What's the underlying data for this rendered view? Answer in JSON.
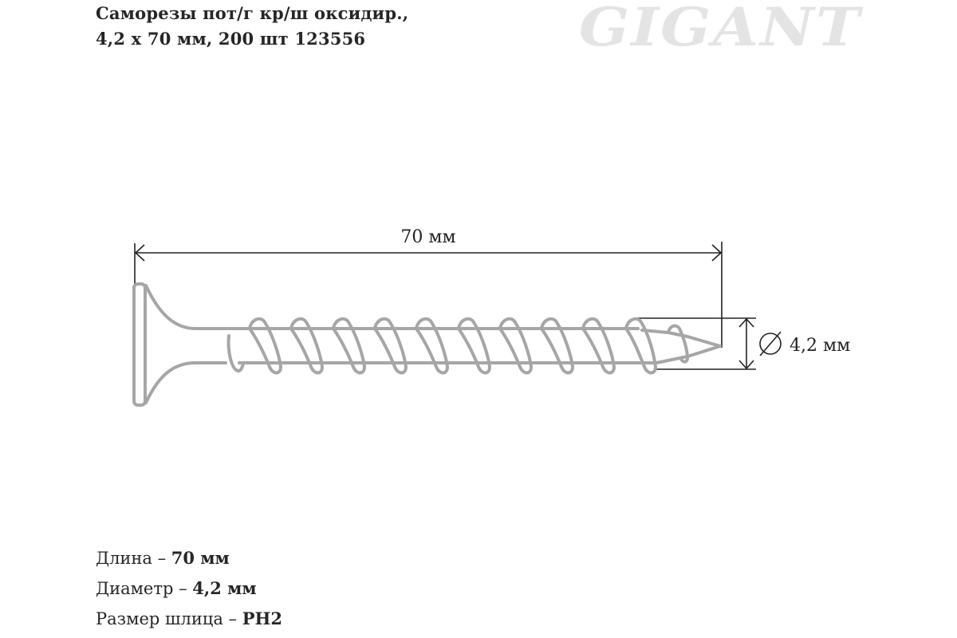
{
  "header": {
    "title_line1": "Саморезы пот/г кр/ш оксидир.,",
    "title_line2": "4,2 х 70 мм, 200 шт 123556",
    "brand_logo": "GIGANT"
  },
  "diagram": {
    "length_label": "70 мм",
    "diameter_symbol": "∅",
    "diameter_label": "4,2 мм",
    "colors": {
      "screw_outline": "#a6a6a6",
      "dimension_lines": "#222222",
      "logo": "#e4e4e4"
    }
  },
  "specs": [
    {
      "label": "Длина – ",
      "value": "70 мм"
    },
    {
      "label": "Диаметр – ",
      "value": "4,2 мм"
    },
    {
      "label": "Размер шлица – ",
      "value": "PH2"
    }
  ]
}
